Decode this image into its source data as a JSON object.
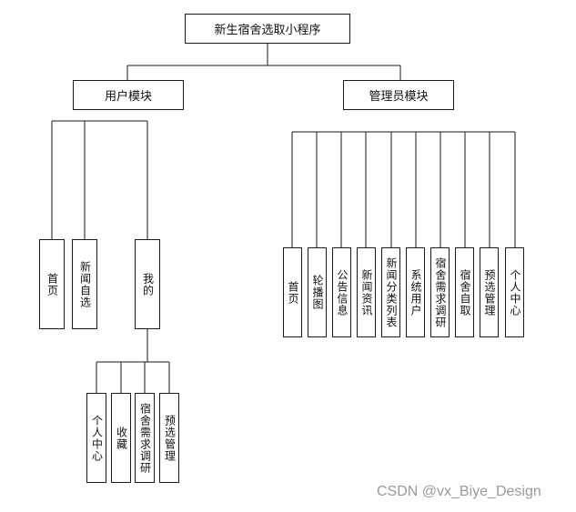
{
  "root": "新生宿舍选取小程序",
  "user_module": {
    "label": "用户模块",
    "children": [
      "首页",
      "新闻自选"
    ],
    "mine": {
      "label": "我的",
      "children": [
        "个人中心",
        "收藏",
        "宿舍需求调研",
        "预选管理"
      ]
    }
  },
  "admin_module": {
    "label": "管理员模块",
    "children": [
      "首页",
      "轮播图",
      "公告信息",
      "新闻资讯",
      "新闻分类列表",
      "系统用户",
      "宿舍需求调研",
      "宿舍自取",
      "预选管理",
      "个人中心"
    ]
  },
  "watermark": "CSDN @vx_Biye_Design"
}
